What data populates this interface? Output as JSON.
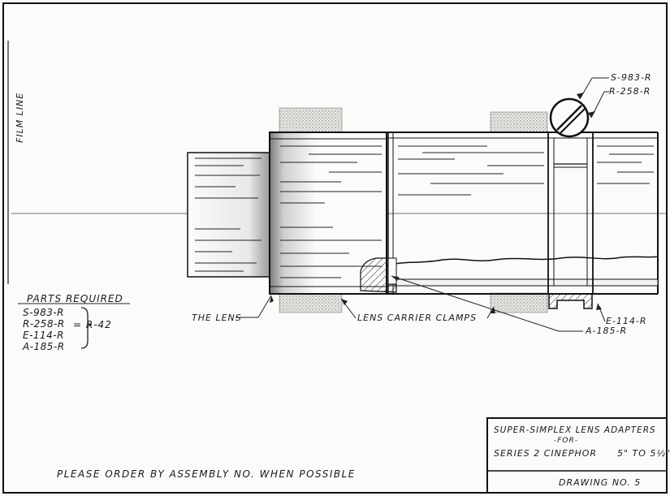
{
  "drawing": {
    "film_line_label": "Film Line",
    "parts_required_heading": "Parts Required",
    "parts": [
      "S-983-R",
      "R-258-R",
      "E-114-R",
      "A-185-R"
    ],
    "assembly_number": "= R-42",
    "callouts": {
      "the_lens": "The Lens",
      "lens_carrier_clamps": "Lens Carrier Clamps",
      "top_screw": "S-983-R",
      "top_ring": "R-258-R",
      "bottom_ring": "E-114-R",
      "bottom_part": "A-185-R"
    },
    "footer_note": "Please order by Assembly No. when possible",
    "title_block": {
      "line1": "Super-Simplex Lens Adapters",
      "line2": "-for-",
      "line3_left": "Series 2 Cinephor",
      "line3_right": "5\" to 5½\"",
      "drawing_number": "Drawing No. 5"
    }
  }
}
